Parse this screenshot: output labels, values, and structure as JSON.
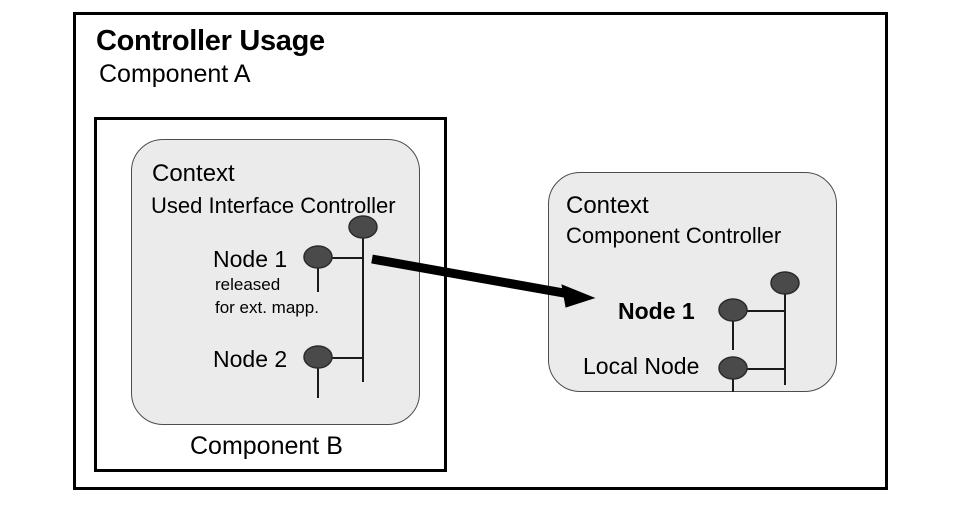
{
  "diagram": {
    "title": "Controller Usage",
    "outer_component_label": "Component A",
    "inner_component_label": "Component B",
    "colors": {
      "panel_fill": "#ebebeb",
      "panel_border": "#4d4d4d",
      "node_fill": "#4a4a4a",
      "node_border": "#2b2b2b",
      "frame": "#000000",
      "arrow": "#000000",
      "background": "#ffffff"
    }
  },
  "left_panel": {
    "title": "Context",
    "subtitle": "Used Interface Controller",
    "nodes": [
      {
        "label": "Node 1",
        "bold": false,
        "note_line1": "released",
        "note_line2": "for ext. mapp."
      },
      {
        "label": "Node 2",
        "bold": false
      }
    ]
  },
  "right_panel": {
    "title": "Context",
    "subtitle": "Component Controller",
    "nodes": [
      {
        "label": "Node 1",
        "bold": true
      },
      {
        "label": "Local Node",
        "bold": false
      }
    ]
  },
  "mapping_arrow": {
    "from": "left_panel.nodes.0",
    "to": "right_panel.nodes.0",
    "label": ""
  },
  "chart_data": {
    "type": "diagram",
    "title": "Controller Usage",
    "nodes": [
      {
        "id": "component-a",
        "label": "Component A",
        "kind": "frame"
      },
      {
        "id": "component-b",
        "label": "Component B",
        "kind": "frame",
        "parent": "component-a"
      },
      {
        "id": "used-interface-controller",
        "label": "Used Interface Controller",
        "kind": "context",
        "parent": "component-b"
      },
      {
        "id": "uic-node-1",
        "label": "Node 1",
        "kind": "node",
        "parent": "used-interface-controller",
        "note": "released for ext. mapp."
      },
      {
        "id": "uic-node-2",
        "label": "Node 2",
        "kind": "node",
        "parent": "used-interface-controller"
      },
      {
        "id": "component-controller",
        "label": "Component Controller",
        "kind": "context",
        "parent": "component-a"
      },
      {
        "id": "cc-node-1",
        "label": "Node 1",
        "kind": "node",
        "parent": "component-controller",
        "emphasis": "bold"
      },
      {
        "id": "cc-local-node",
        "label": "Local Node",
        "kind": "node",
        "parent": "component-controller"
      }
    ],
    "edges": [
      {
        "from": "uic-node-1",
        "to": "cc-node-1",
        "style": "thick-arrow"
      }
    ]
  }
}
